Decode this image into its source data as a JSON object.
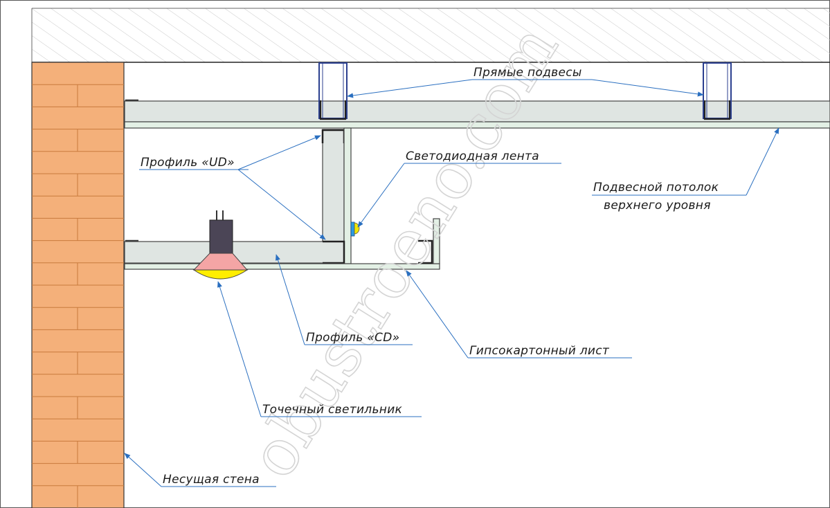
{
  "labels": {
    "hangers": "Прямые подвесы",
    "profile_ud": "Профиль «UD»",
    "led_strip": "Светодиодная лента",
    "ceiling_line1": "Подвесной потолок",
    "ceiling_line2": "верхнего уровня",
    "profile_cd": "Профиль «CD»",
    "drywall": "Гипсокартонный лист",
    "spotlight": "Точечный светильник",
    "wall": "Несущая стена"
  },
  "watermark": "obustroeno.com",
  "colors": {
    "brick": "#f4b07a",
    "brick_mortar": "#c87a3c",
    "profile_fill": "#dfe5e2",
    "drywall_fill": "#e3f0e5",
    "hanger_stroke": "#2b3f8f",
    "leader": "#2a6fc0",
    "lamp_base": "#4b4556",
    "lamp_body": "#f4a5a5",
    "lamp_lens": "#ffee00",
    "led": "#f2e600"
  }
}
